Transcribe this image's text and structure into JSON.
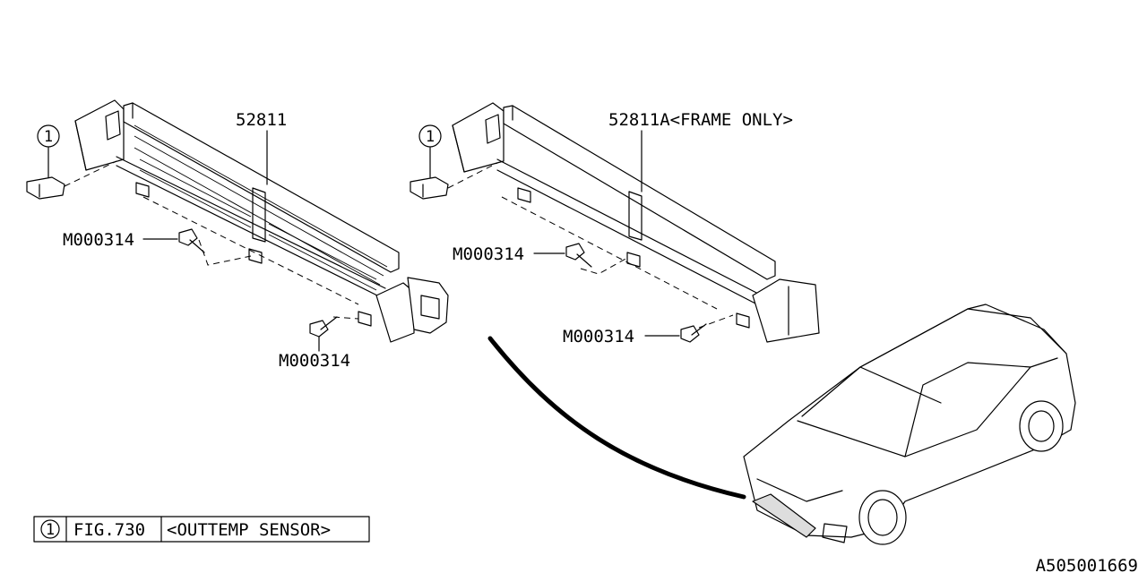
{
  "parts": {
    "grille_assembly": "52811",
    "grille_frame": "52811A<FRAME ONLY>",
    "bolt_left_upper": "M000314",
    "bolt_left_lower": "M000314",
    "bolt_right_upper": "M000314",
    "bolt_right_lower": "M000314"
  },
  "callouts": {
    "sensor_left": "1",
    "sensor_right": "1"
  },
  "legend": {
    "number": "1",
    "figure": "FIG.730",
    "description": "<OUTTEMP SENSOR>"
  },
  "diagram_code": "A505001669"
}
